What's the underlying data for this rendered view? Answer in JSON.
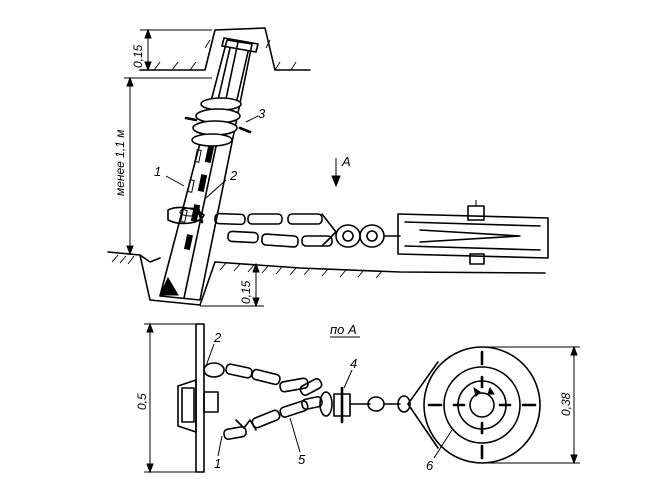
{
  "figure": {
    "top_view": {
      "dimensions": {
        "ground_clearance_top": "0,15",
        "height_label": "менее 1,1 м",
        "ground_clearance_bottom": "0,15"
      },
      "direction_label": "A",
      "callouts": {
        "post": "1",
        "chain_link": "2",
        "clamp": "3"
      }
    },
    "plan_view": {
      "view_label": "по А",
      "dimensions": {
        "plate_width": "0,5",
        "drum_diameter": "0,38"
      },
      "callouts": {
        "chain_link": "2",
        "lower_chain": "1",
        "shackle": "4",
        "chain": "5",
        "drum": "6"
      }
    }
  }
}
